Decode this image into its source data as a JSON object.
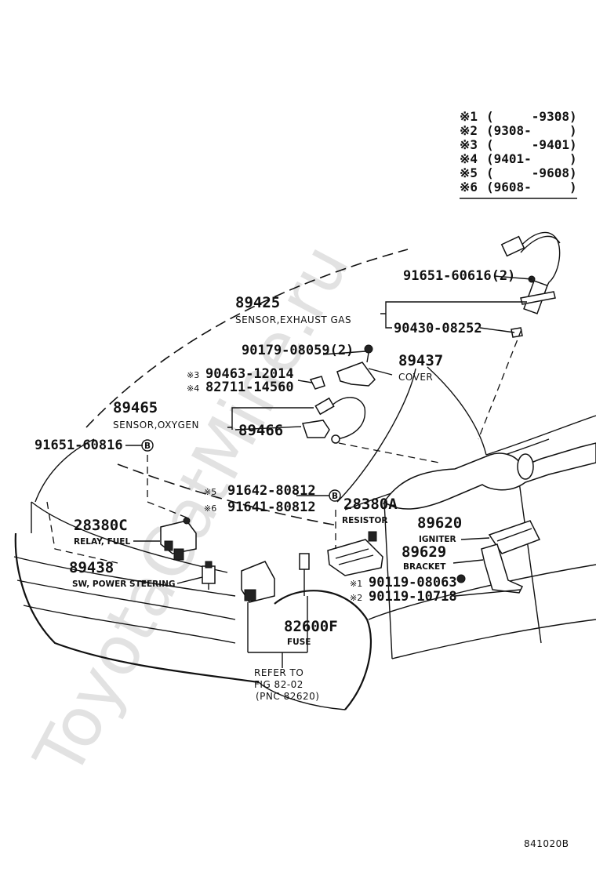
{
  "legend": [
    {
      "mark": "※1",
      "range": "(     -9308)"
    },
    {
      "mark": "※2",
      "range": "(9308-     )"
    },
    {
      "mark": "※3",
      "range": "(     -9401)"
    },
    {
      "mark": "※4",
      "range": "(9401-     )"
    },
    {
      "mark": "※5",
      "range": "(     -9608)"
    },
    {
      "mark": "※6",
      "range": "(9608-     )"
    }
  ],
  "parts": {
    "p91651_60616": "91651-60616(2)",
    "p89425": "89425",
    "p89425_name": "SENSOR,EXHAUST GAS",
    "p90430_08252": "90430-08252",
    "p90179_08059": "90179-08059(2)",
    "p89437": "89437",
    "p89437_name": "COVER",
    "p90463_12014_mark": "※3",
    "p90463_12014": "90463-12014",
    "p82711_14560_mark": "※4",
    "p82711_14560": "82711-14560",
    "p89465": "89465",
    "p89465_name": "SENSOR,OXYGEN",
    "p89466": "89466",
    "p91651_60816": "91651-60816",
    "p91651_60816_ref": "B",
    "p91642_80812_mark": "※5",
    "p91642_80812": "91642-80812",
    "p91641_80812_mark": "※6",
    "p91641_80812": "91641-80812",
    "p91641_ref": "B",
    "p28380A": "28380A",
    "p28380A_name": "RESISTOR",
    "p28380C": "28380C",
    "p28380C_name": "RELAY, FUEL",
    "p89438": "89438",
    "p89438_name": "SW, POWER STEERING",
    "p89620": "89620",
    "p89620_name": "IGNITER",
    "p89629": "89629",
    "p89629_name": "BRACKET",
    "p90119_08063_mark": "※1",
    "p90119_08063": "90119-08063",
    "p90119_10718_mark": "※2",
    "p90119_10718": "90119-10718",
    "p82600F": "82600F",
    "p82600F_name": "FUSE",
    "refer_line1": "REFER TO",
    "refer_line2": "FIG 82-02",
    "refer_line3": "(PNC 82620)"
  },
  "figure_code": "841020B",
  "watermark": "ToyotaCatMine.ru"
}
